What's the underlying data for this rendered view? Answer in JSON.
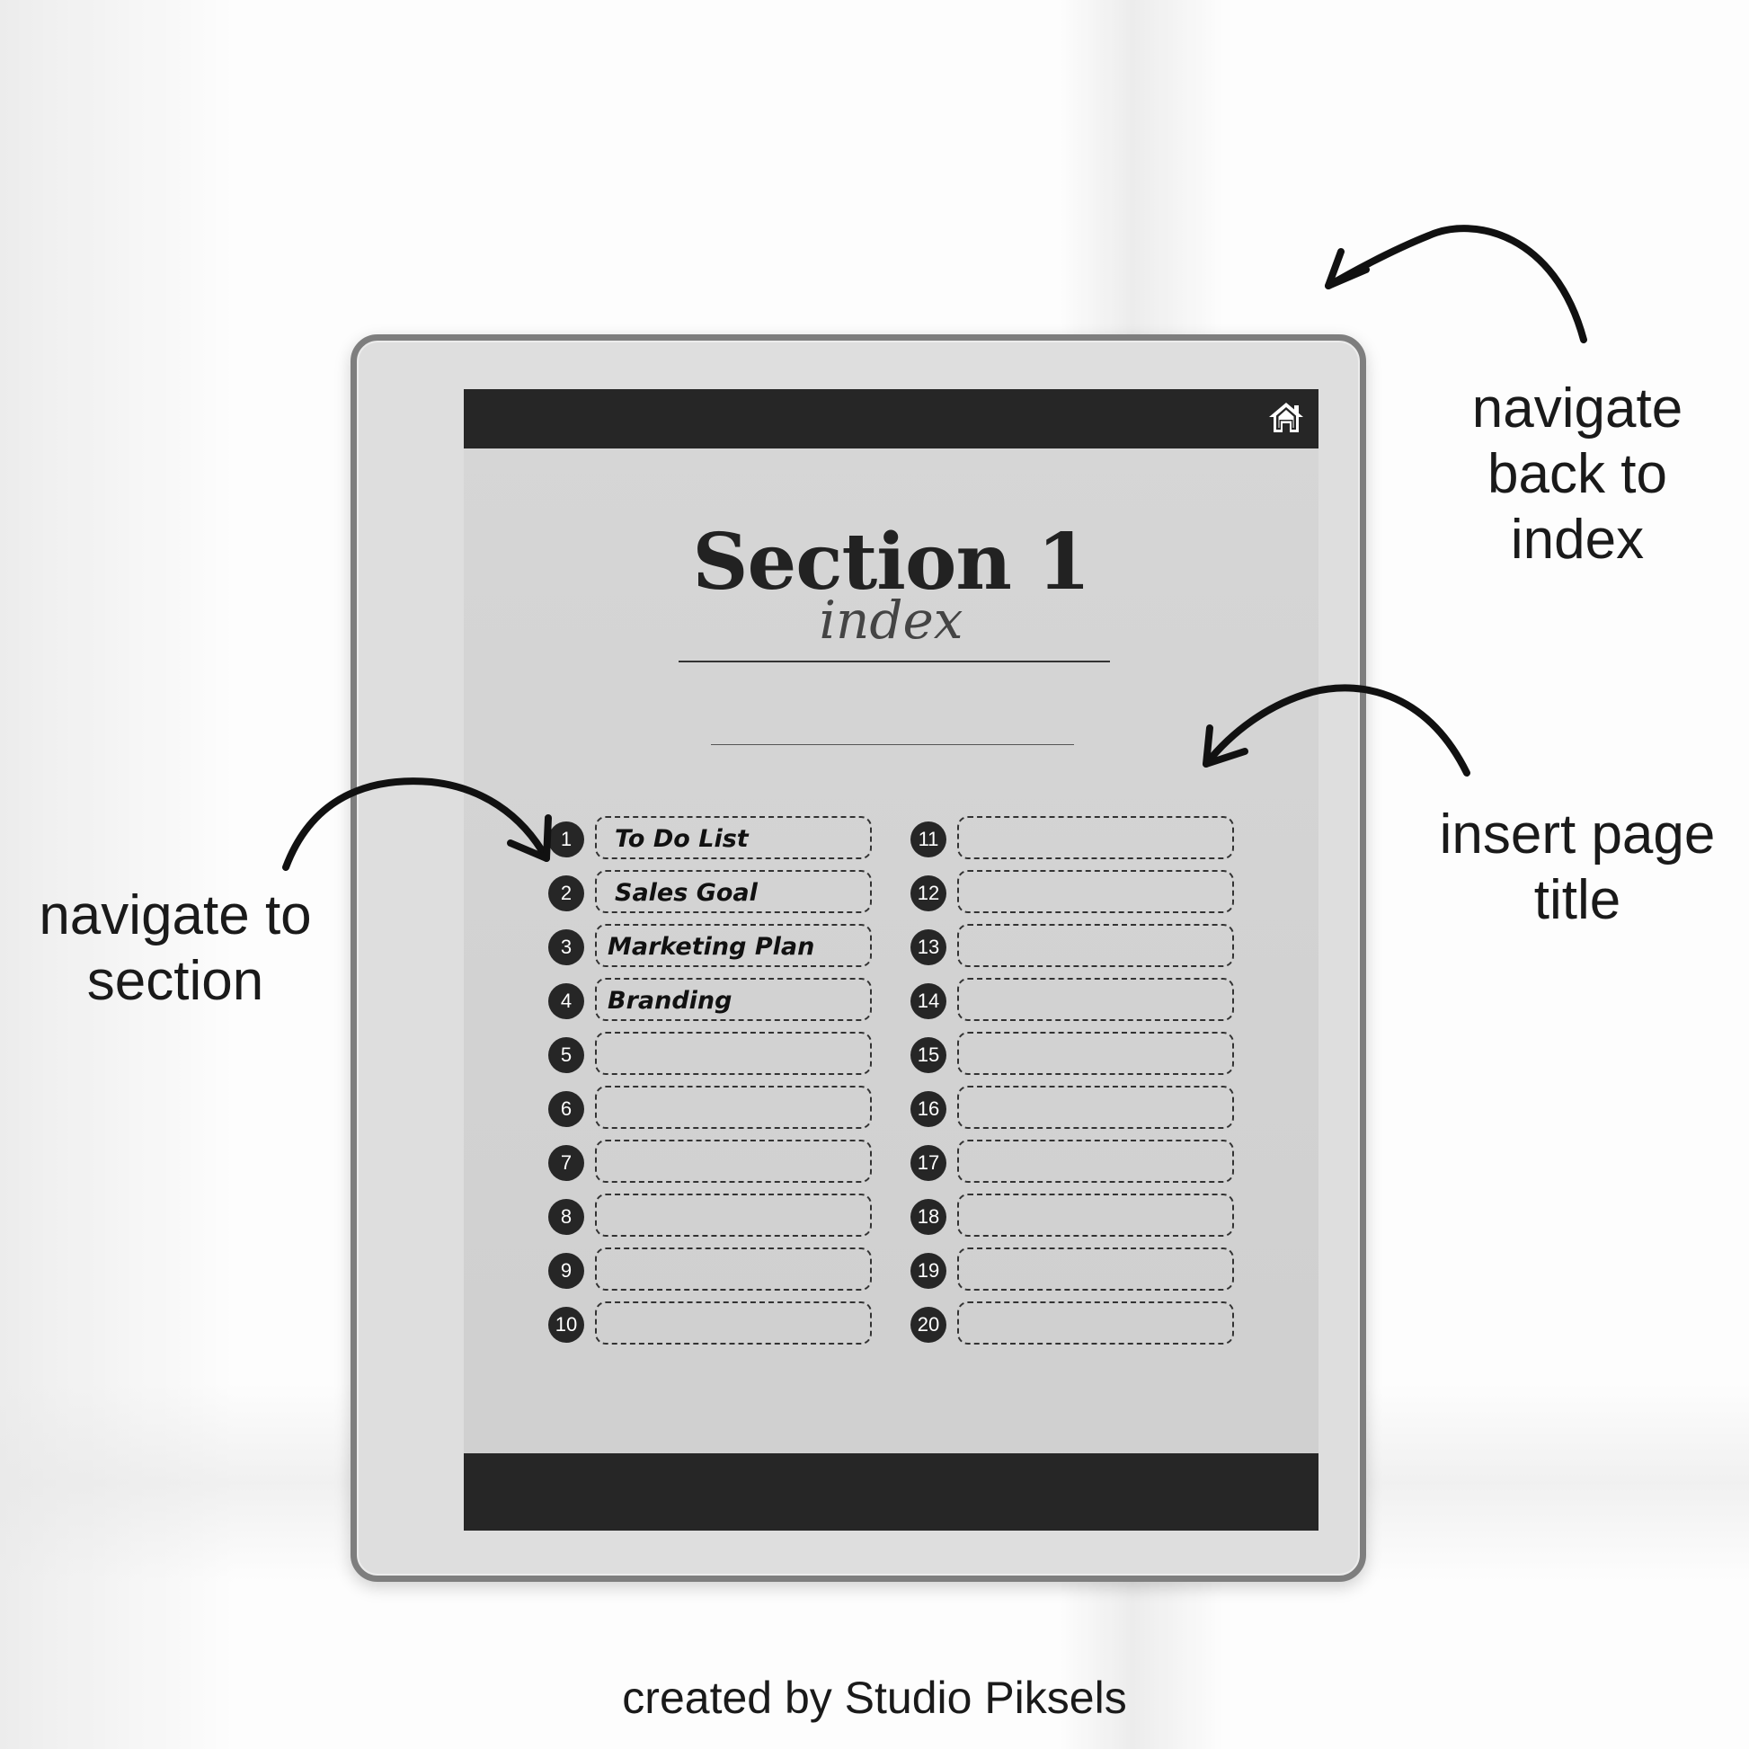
{
  "screen": {
    "title": "Section 1",
    "subtitle": "index",
    "entries": [
      {
        "number": "1",
        "text": "To Do List"
      },
      {
        "number": "2",
        "text": "Sales Goal"
      },
      {
        "number": "3",
        "text": "Marketing Plan"
      },
      {
        "number": "4",
        "text": "Branding"
      },
      {
        "number": "5",
        "text": ""
      },
      {
        "number": "6",
        "text": ""
      },
      {
        "number": "7",
        "text": ""
      },
      {
        "number": "8",
        "text": ""
      },
      {
        "number": "9",
        "text": ""
      },
      {
        "number": "10",
        "text": ""
      },
      {
        "number": "11",
        "text": ""
      },
      {
        "number": "12",
        "text": ""
      },
      {
        "number": "13",
        "text": ""
      },
      {
        "number": "14",
        "text": ""
      },
      {
        "number": "15",
        "text": ""
      },
      {
        "number": "16",
        "text": ""
      },
      {
        "number": "17",
        "text": ""
      },
      {
        "number": "18",
        "text": ""
      },
      {
        "number": "19",
        "text": ""
      },
      {
        "number": "20",
        "text": ""
      }
    ]
  },
  "annotations": {
    "navigate_back": "navigate back to index",
    "insert_title": "insert page title",
    "navigate_section": "navigate to section"
  },
  "credit": "created by Studio Piksels",
  "icons": {
    "home": "home-icon"
  }
}
